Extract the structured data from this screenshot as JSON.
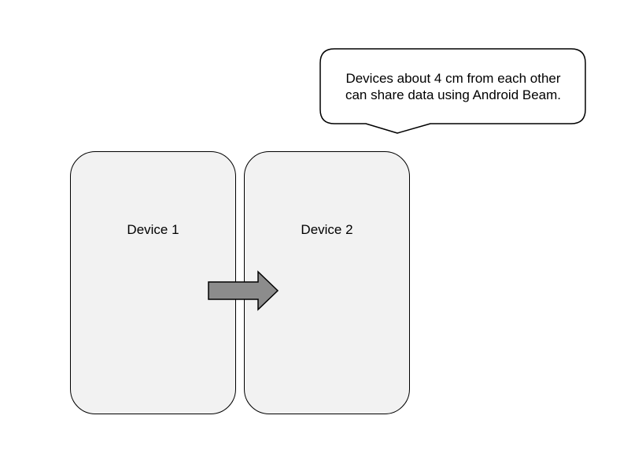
{
  "callout": {
    "line1": "Devices about 4 cm from each other",
    "line2": "can share data using Android Beam."
  },
  "devices": [
    {
      "label": "Device 1"
    },
    {
      "label": "Device 2"
    }
  ],
  "colors": {
    "device_fill": "#f2f2f2",
    "arrow_fill": "#8c8c8c",
    "stroke": "#000000"
  }
}
